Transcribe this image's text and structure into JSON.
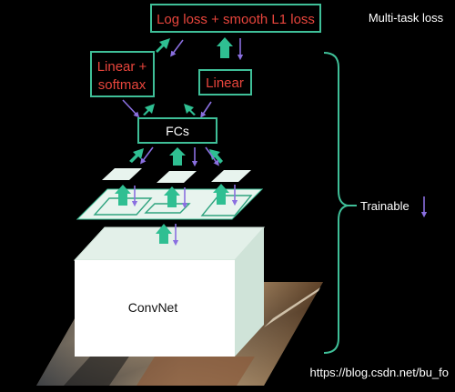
{
  "colors": {
    "background": "#000000",
    "box_border": "#3fbf98",
    "box_fill": "#000000",
    "loss_text": "#e8453c",
    "arrow_up_fill": "#2fbf92",
    "arrow_down": "#8a6fe0",
    "plate_fill": "#e8f4ee",
    "convnet_front": "#ffffff",
    "convnet_side": "#cfe3d8",
    "convnet_top": "#e3f0e9",
    "white_text": "#ffffff"
  },
  "diagram": {
    "loss_box": {
      "label": "Log loss + smooth L1 loss"
    },
    "multi_task_label": "Multi-task loss",
    "linear_softmax_box": {
      "line1": "Linear +",
      "line2": "softmax"
    },
    "linear_box": {
      "label": "Linear"
    },
    "fcs_box": {
      "label": "FCs"
    },
    "convnet": {
      "label": "ConvNet"
    },
    "trainable_label": "Trainable"
  },
  "watermark": "https://blog.csdn.net/bu_fo"
}
